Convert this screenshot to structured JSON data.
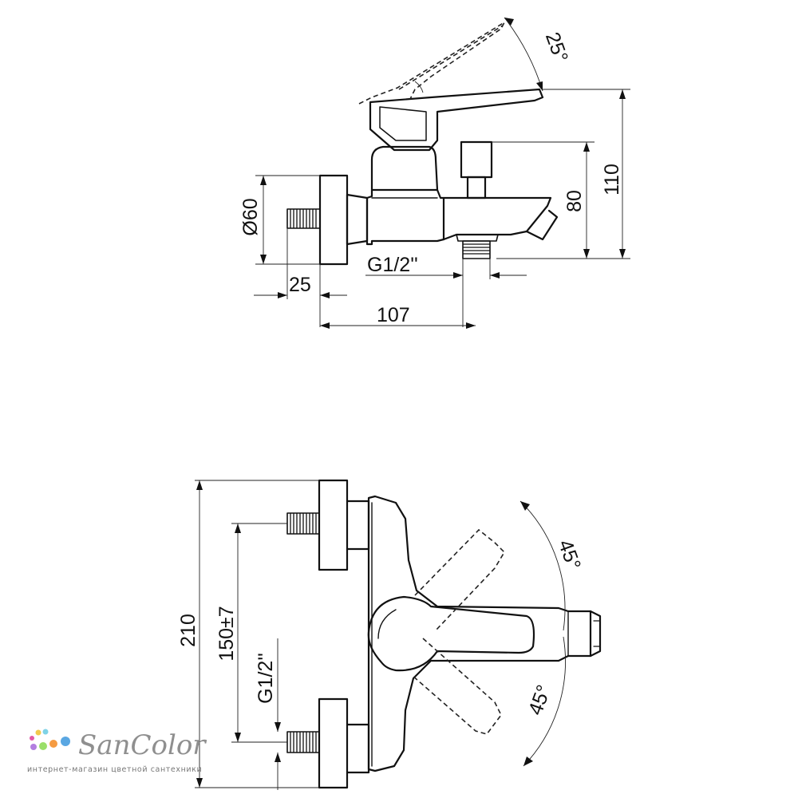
{
  "top_view": {
    "dim_lever_angle": "25°",
    "dim_height_total": "110",
    "dim_height_spout": "80",
    "dim_flange_diameter": "Ø60",
    "dim_thread_top": "G1/2''",
    "dim_inlet_length": "25",
    "dim_projection": "107"
  },
  "bottom_view": {
    "dim_width_total": "210",
    "dim_centers": "150±7",
    "dim_thread_side": "G1/2''",
    "dim_angle_upper": "45°",
    "dim_angle_lower": "45°"
  },
  "logo": {
    "name": "SanColor",
    "tagline": "интернет-магазин цветной сантехники",
    "dot_colors": [
      "#e25aa6",
      "#f2c94c",
      "#7fd3e6",
      "#b37fe0",
      "#9adf6a",
      "#f59b42",
      "#5aa7e2"
    ]
  }
}
